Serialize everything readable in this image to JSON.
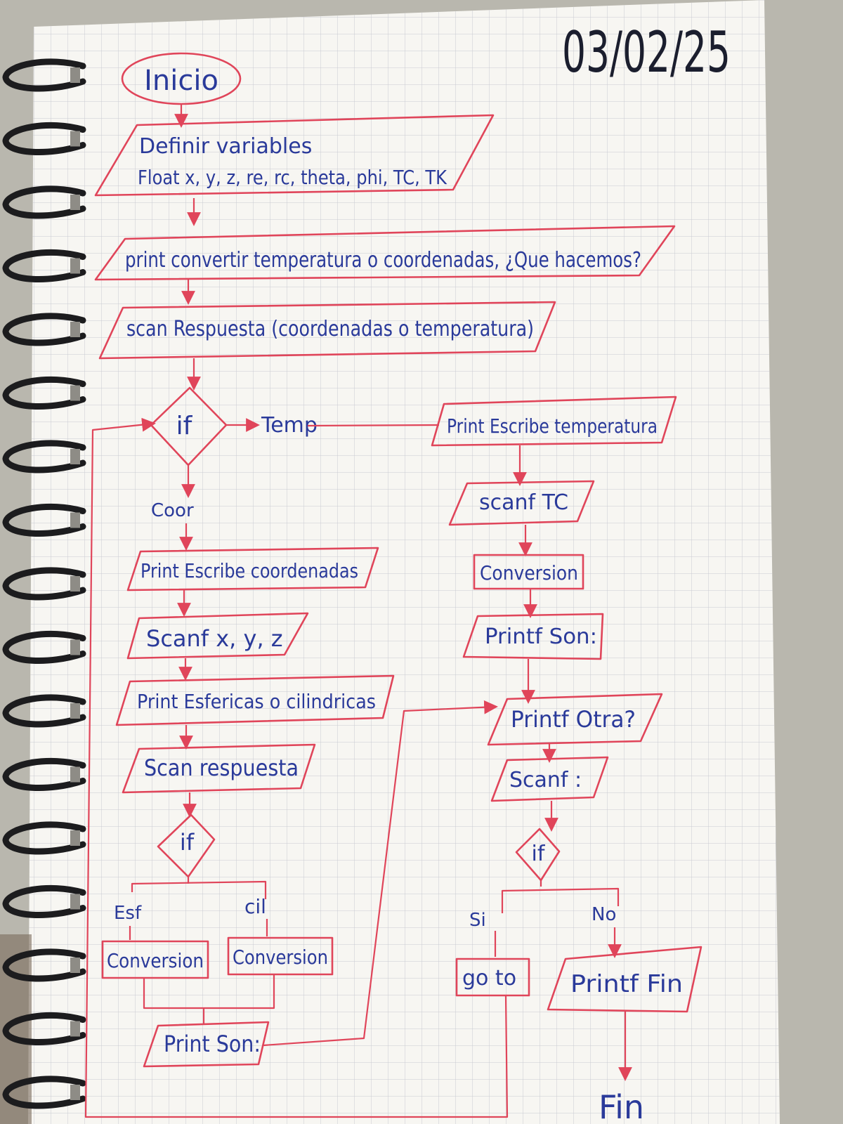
{
  "date": "03/02/25",
  "colors": {
    "paper": "#f7f6f2",
    "grid": "#c9cbd2",
    "ink_shapes": "#e0455a",
    "ink_text": "#2a3a9a",
    "ring": "#1c1c1e"
  },
  "nodes": {
    "inicio": "Inicio",
    "definir_1": "Definir variables",
    "definir_2": "Float x, y, z, re, rc, theta, phi, TC, TK",
    "print_menu": "print convertir temperatura o coordenadas, ¿Que hacemos?",
    "scan_respuesta": "scan Respuesta (coordenadas o temperatura)",
    "if_1": "if",
    "branch_temp": "Temp",
    "branch_coor": "Coor",
    "print_coordenadas": "Print Escribe coordenadas",
    "scanf_xyz": "Scanf x, y, z",
    "print_esf_cil": "Print Esfericas o cilindricas",
    "scan_respuesta_2": "Scan respuesta",
    "if_2": "if",
    "branch_esf": "Esf",
    "branch_cil": "cil",
    "conversion_esf": "Conversion",
    "conversion_cil": "Conversion",
    "print_son_left": "Print Son:",
    "print_temperatura": "Print Escribe temperatura",
    "scanf_tc": "scanf TC",
    "conversion_temp": "Conversion",
    "printf_son_right": "Printf Son:",
    "printf_otra": "Printf Otra?",
    "scanf_otra": "Scanf :",
    "if_3": "if",
    "branch_si": "Si",
    "branch_no": "No",
    "goto": "go to",
    "printf_fin": "Printf Fin",
    "fin": "Fin"
  }
}
